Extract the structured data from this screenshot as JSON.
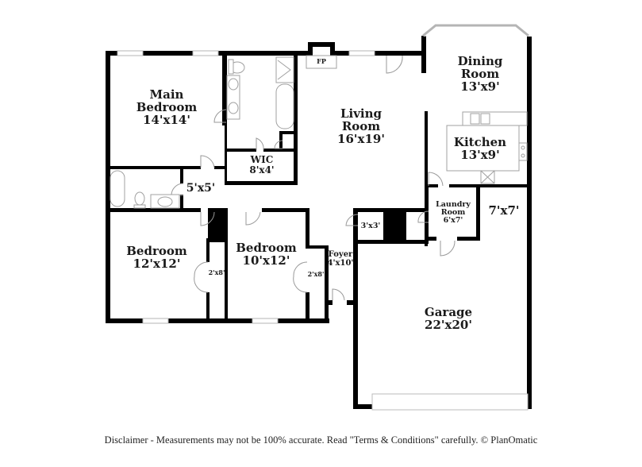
{
  "floorplan": {
    "rooms": {
      "main_bedroom": {
        "name_line1": "Main",
        "name_line2": "Bedroom",
        "size": "14'x14'"
      },
      "living_room": {
        "name_line1": "Living",
        "name_line2": "Room",
        "size": "16'x19'"
      },
      "dining_room": {
        "name_line1": "Dining",
        "name_line2": "Room",
        "size": "13'x9'"
      },
      "kitchen": {
        "name": "Kitchen",
        "size": "13'x9'"
      },
      "wic": {
        "name": "WIC",
        "size": "8'x4'"
      },
      "hall_bath_area": {
        "size": "5'x5'"
      },
      "bedroom_2": {
        "name": "Bedroom",
        "size": "12'x12'"
      },
      "bedroom_3": {
        "name": "Bedroom",
        "size": "10'x12'"
      },
      "closet_2": {
        "size": "2'x8'"
      },
      "closet_3": {
        "size": "2'x8'"
      },
      "foyer": {
        "name": "Foyer",
        "size": "4'x10'"
      },
      "coat_closet": {
        "size": "3'x3'"
      },
      "laundry_room": {
        "name_line1": "Laundry",
        "name_line2": "Room",
        "size": "6'x7'"
      },
      "storage": {
        "size": "7'x7'"
      },
      "garage": {
        "name": "Garage",
        "size": "22'x20'"
      }
    },
    "fixtures": {
      "fireplace": "FP"
    },
    "colors": {
      "wall": "#000000",
      "fixture": "#9a9a9a",
      "window": "#b5b5b5",
      "background": "#ffffff"
    }
  },
  "footer": {
    "disclaimer": "Disclaimer - Measurements may not be 100% accurate. Read \"Terms & Conditions\" carefully. © PlanOmatic"
  }
}
